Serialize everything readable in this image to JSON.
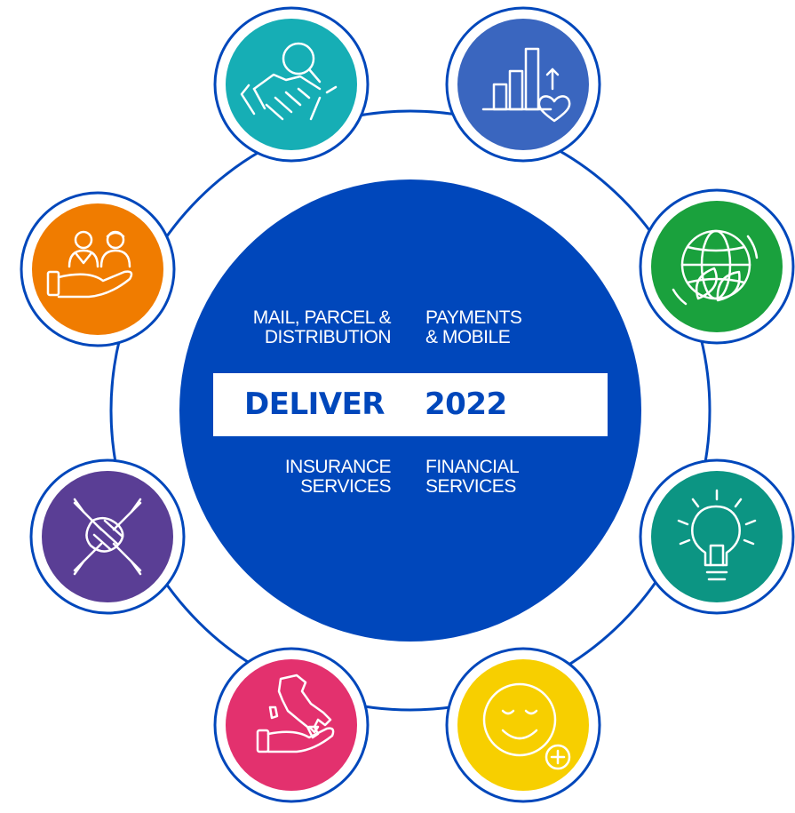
{
  "center": {
    "top_left": {
      "line1": "MAIL, PARCEL &",
      "line2": "DISTRIBUTION"
    },
    "top_right": {
      "line1": "PAYMENTS",
      "line2": "& MOBILE"
    },
    "banner": {
      "left": "DELIVER",
      "right": "2022"
    },
    "bottom_left": {
      "line1": "INSURANCE",
      "line2": "SERVICES"
    },
    "bottom_right": {
      "line1": "FINANCIAL",
      "line2": "SERVICES"
    }
  },
  "colors": {
    "ring": "#0047bb",
    "center": "#0047bb",
    "banner_text": "#0047bb"
  },
  "satellites": [
    {
      "name": "handshake-search-icon",
      "color": "#16aeb5"
    },
    {
      "name": "chart-heart-icon",
      "color": "#3a66bf"
    },
    {
      "name": "globe-leaf-icon",
      "color": "#1aa13d"
    },
    {
      "name": "lightbulb-icon",
      "color": "#0c9583"
    },
    {
      "name": "smiley-plus-icon",
      "color": "#f7cf00"
    },
    {
      "name": "italy-hand-icon",
      "color": "#e3316e"
    },
    {
      "name": "hands-together-icon",
      "color": "#5a3e95"
    },
    {
      "name": "people-hand-icon",
      "color": "#f07c00"
    }
  ]
}
